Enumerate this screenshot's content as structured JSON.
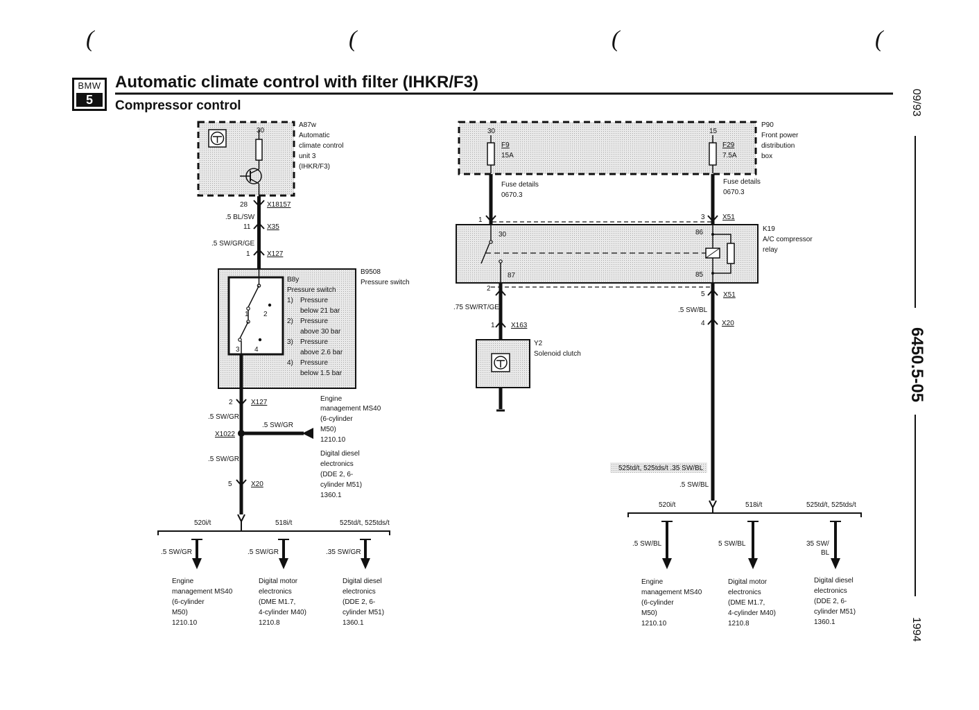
{
  "header": {
    "logo_brand": "BMW",
    "logo_series": "5",
    "title": "Automatic climate control with filter (IHKR/F3)",
    "subtitle": "Compressor control",
    "parens": [
      "(",
      "(",
      "(",
      "("
    ]
  },
  "side": {
    "date": "09/93",
    "doc_number": "6450.5-05",
    "year": "1994"
  },
  "left": {
    "a87w": {
      "pin": "30",
      "id": "A87w",
      "l1": "Automatic",
      "l2": "climate control",
      "l3": "unit 3",
      "l4": "(IHKR/F3)"
    },
    "c1": {
      "pin": "28",
      "conn": "X18157",
      "wire": ".5 BL/SW"
    },
    "c2": {
      "pin": "11",
      "conn": "X35",
      "wire": ".5 SW/GR/GE"
    },
    "c3": {
      "pin": "1",
      "conn": "X127"
    },
    "b9508": {
      "id": "B9508",
      "name": "Pressure switch",
      "inner_id": "B8y",
      "inner_name": "Pressure switch",
      "n1": "1)",
      "n1a": "Pressure",
      "n1b": "below 21 bar",
      "n2": "2)",
      "n2a": "Pressure",
      "n2b": "above 30 bar",
      "n3": "3)",
      "n3a": "Pressure",
      "n3b": "above 2.6 bar",
      "n4": "4)",
      "n4a": "Pressure",
      "n4b": "below 1.5 bar",
      "p1": "1",
      "p2": "2",
      "p3": "3",
      "p4": "4"
    },
    "c4": {
      "pin": "2",
      "conn": "X127",
      "wire": ".5 SW/GR"
    },
    "splice": {
      "id": "X1022",
      "branch_wire": ".5 SW/GR"
    },
    "ref": {
      "a1": "Engine",
      "a2": "management MS40",
      "a3": "(6-cylinder",
      "a4": "M50)",
      "a5": "1210.10",
      "b1": "Digital diesel",
      "b2": "electronics",
      "b3": "(DDE 2, 6-",
      "b4": "cylinder M51)",
      "b5": "1360.1"
    },
    "wire_after": ".5 SW/GR",
    "c5": {
      "pin": "5",
      "conn": "X20"
    },
    "variants": [
      "520i/t",
      "518i/t",
      "525td/t, 525tds/t"
    ],
    "branch_wires": [
      ".5 SW/GR",
      ".5 SW/GR",
      ".35 SW/GR"
    ],
    "destinations": [
      {
        "l1": "Engine",
        "l2": "management MS40",
        "l3": "(6-cylinder",
        "l4": "M50)",
        "l5": "1210.10"
      },
      {
        "l1": "Digital motor",
        "l2": "electronics",
        "l3": "(DME M1.7,",
        "l4": "4-cylinder M40)",
        "l5": "1210.8"
      },
      {
        "l1": "Digital diesel",
        "l2": "electronics",
        "l3": "(DDE 2, 6-",
        "l4": "cylinder M51)",
        "l5": "1360.1"
      }
    ]
  },
  "right": {
    "p90": {
      "id": "P90",
      "l1": "Front power",
      "l2": "distribution",
      "l3": "box",
      "pin_a": "30",
      "fuse_a": "F9",
      "amp_a": "15A",
      "pin_b": "15",
      "fuse_b": "F29",
      "amp_b": "7.5A"
    },
    "fuse_details": {
      "label": "Fuse details",
      "ref": "0670.3"
    },
    "k19": {
      "id": "K19",
      "l1": "A/C compressor",
      "l2": "relay",
      "pin_in": "1",
      "pin_3": "3",
      "conn_top": "X51",
      "t30": "30",
      "t86": "86",
      "t87": "87",
      "t85": "85",
      "pin_2": "2",
      "pin_5": "5",
      "conn_bot": "X51"
    },
    "wire_left": ".75 SW/RT/GE",
    "c_x163": {
      "pin": "1",
      "conn": "X163"
    },
    "y2": {
      "id": "Y2",
      "name": "Solenoid clutch"
    },
    "wire_right": ".5 SW/BL",
    "c_x20": {
      "pin": "4",
      "conn": "X20"
    },
    "note_variant": "525td/t, 525tds/t .35 SW/BL",
    "note_wire": ".5 SW/BL",
    "variants": [
      "520i/t",
      "518i/t",
      "525td/t, 525tds/t"
    ],
    "branch_wires": [
      ".5 SW/BL",
      "5 SW/BL",
      "35 SW/",
      "BL"
    ],
    "destinations": [
      {
        "l1": "Engine",
        "l2": "management MS40",
        "l3": "(6-cylinder",
        "l4": "M50)",
        "l5": "1210.10"
      },
      {
        "l1": "Digital motor",
        "l2": "electronics",
        "l3": "(DME M1.7,",
        "l4": "4-cylinder M40)",
        "l5": "1210.8"
      },
      {
        "l1": "Digital diesel",
        "l2": "electronics",
        "l3": "(DDE 2, 6-",
        "l4": "cylinder M51)",
        "l5": "1360.1"
      }
    ]
  }
}
